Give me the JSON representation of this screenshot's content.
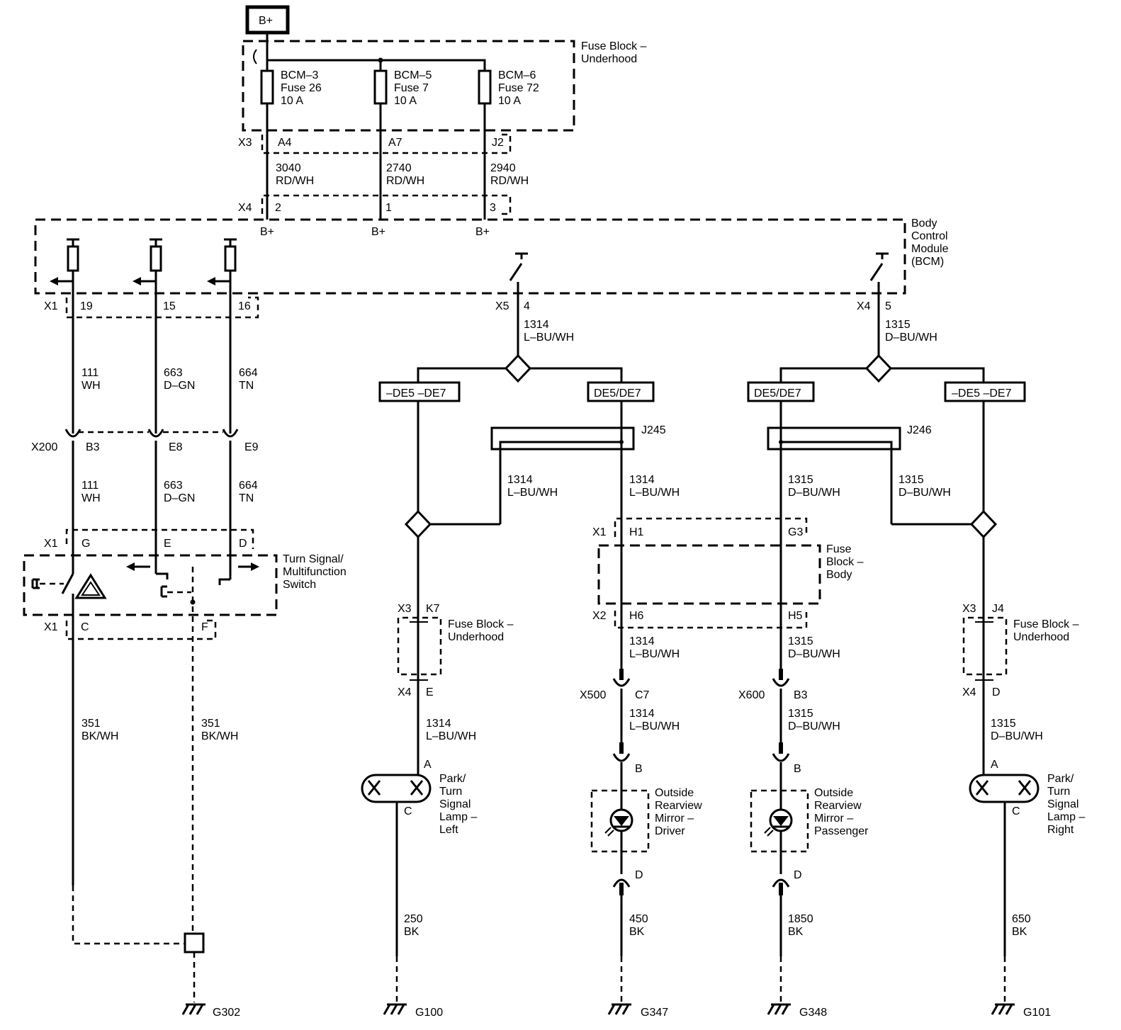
{
  "power": {
    "source": "B+"
  },
  "fuse_block_underhood_top": {
    "label_1": "Fuse Block –",
    "label_2": "Underhood"
  },
  "fuses": [
    {
      "name": "BCM–3",
      "fuse": "Fuse 26",
      "rating": "10 A",
      "x3_pin": "A4",
      "circuit": "3040",
      "color": "RD/WH",
      "x4_pin": "2",
      "bcm_label": "B+"
    },
    {
      "name": "BCM–5",
      "fuse": "Fuse 7",
      "rating": "10 A",
      "x3_pin": "A7",
      "circuit": "2740",
      "color": "RD/WH",
      "x4_pin": "1",
      "bcm_label": "B+"
    },
    {
      "name": "BCM–6",
      "fuse": "Fuse 72",
      "rating": "10 A",
      "x3_pin": "J2",
      "circuit": "2940",
      "color": "RD/WH",
      "x4_pin": "3",
      "bcm_label": "B+"
    }
  ],
  "connectors": {
    "x3": "X3",
    "x4": "X4",
    "x1": "X1",
    "x5": "X5",
    "x2": "X2",
    "x200": "X200",
    "x500": "X500",
    "x600": "X600"
  },
  "bcm": {
    "label_1": "Body",
    "label_2": "Control",
    "label_3": "Module",
    "label_4": "(BCM)"
  },
  "bcm_outputs": [
    {
      "pin": "19",
      "circuit": "111",
      "color": "WH",
      "x200_pin": "B3",
      "switch_pin": "G"
    },
    {
      "pin": "15",
      "circuit": "663",
      "color": "D–GN",
      "x200_pin": "E8",
      "switch_pin": "E"
    },
    {
      "pin": "16",
      "circuit": "664",
      "color": "TN",
      "x200_pin": "E9",
      "switch_pin": "D"
    }
  ],
  "turn_switch": {
    "label_1": "Turn Signal/",
    "label_2": "Multifunction",
    "label_3": "Switch",
    "pin_c": "C",
    "pin_f": "F"
  },
  "ground_wires": [
    {
      "circuit": "351",
      "color": "BK/WH"
    },
    {
      "circuit": "351",
      "color": "BK/WH"
    }
  ],
  "grounds": {
    "g302": "G302",
    "g100": "G100",
    "g347": "G347",
    "g348": "G348",
    "g101": "G101"
  },
  "left_turn": {
    "bcm_pin": "4",
    "circuit": "1314",
    "color": "L–BU/WH",
    "option_a": "–DE5 –DE7",
    "option_b": "DE5/DE7",
    "splice": "J245",
    "lamp_x3_pin": "K7",
    "lamp_x4_pin": "E",
    "lamp_pin_a": "A",
    "lamp_pin_c": "C",
    "lamp_label": [
      "Park/",
      "Turn",
      "Signal",
      "Lamp –",
      "Left"
    ],
    "lamp_ground_circuit": "250",
    "lamp_ground_color": "BK",
    "mirror_x1_pin": "H1",
    "mirror_x2_pin": "H6",
    "mirror_x500_pin": "C7",
    "mirror_pin_b": "B",
    "mirror_pin_d": "D",
    "mirror_label": [
      "Outside",
      "Rearview",
      "Mirror –",
      "Driver"
    ],
    "mirror_ground_circuit": "450",
    "mirror_ground_color": "BK"
  },
  "right_turn": {
    "bcm_pin": "5",
    "circuit": "1315",
    "color": "D–BU/WH",
    "option_a": "–DE5 –DE7",
    "option_b": "DE5/DE7",
    "splice": "J246",
    "lamp_x3_pin": "J4",
    "lamp_x4_pin": "D",
    "lamp_pin_a": "A",
    "lamp_pin_c": "C",
    "lamp_label": [
      "Park/",
      "Turn",
      "Signal",
      "Lamp –",
      "Right"
    ],
    "lamp_ground_circuit": "650",
    "lamp_ground_color": "BK",
    "mirror_x1_pin": "G3",
    "mirror_x2_pin": "H5",
    "mirror_x600_pin": "B3",
    "mirror_pin_b": "B",
    "mirror_pin_d": "D",
    "mirror_label": [
      "Outside",
      "Rearview",
      "Mirror –",
      "Passenger"
    ],
    "mirror_ground_circuit": "1850",
    "mirror_ground_color": "BK"
  },
  "fuse_block_underhood_lamp": {
    "label_1": "Fuse Block –",
    "label_2": "Underhood"
  },
  "fuse_block_body": {
    "label_1": "Fuse",
    "label_2": "Block –",
    "label_3": "Body"
  }
}
